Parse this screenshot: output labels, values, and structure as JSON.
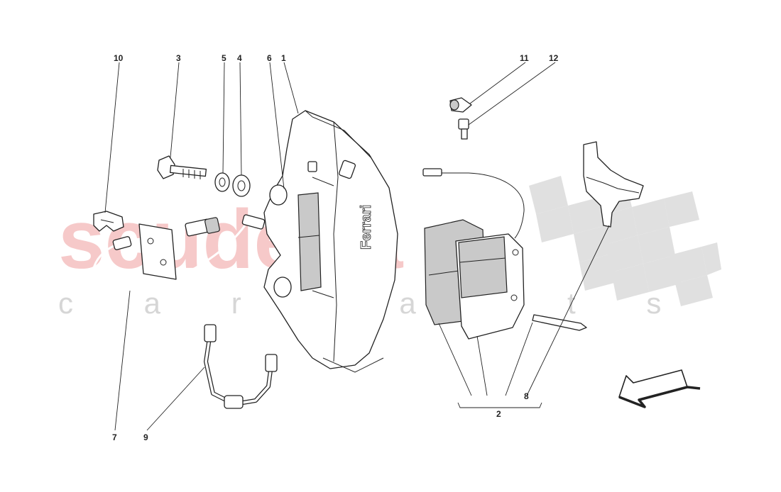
{
  "watermark": {
    "main": "scuderia",
    "sub": "c a r   p a r t s"
  },
  "callouts": [
    {
      "id": "1",
      "label": "1"
    },
    {
      "id": "2",
      "label": "2"
    },
    {
      "id": "3",
      "label": "3"
    },
    {
      "id": "4",
      "label": "4"
    },
    {
      "id": "5",
      "label": "5"
    },
    {
      "id": "6",
      "label": "6"
    },
    {
      "id": "7",
      "label": "7"
    },
    {
      "id": "8",
      "label": "8"
    },
    {
      "id": "9",
      "label": "9"
    },
    {
      "id": "10",
      "label": "10"
    },
    {
      "id": "11",
      "label": "11"
    },
    {
      "id": "12",
      "label": "12"
    }
  ],
  "caliper_logo": "Ferrari",
  "colors": {
    "line": "#222222",
    "watermark_red": "#f3b8b8",
    "watermark_grey": "#d6d6d6",
    "pad_fill": "#c9c9c9"
  },
  "icons": {
    "direction_arrow": "arrow-icon"
  }
}
